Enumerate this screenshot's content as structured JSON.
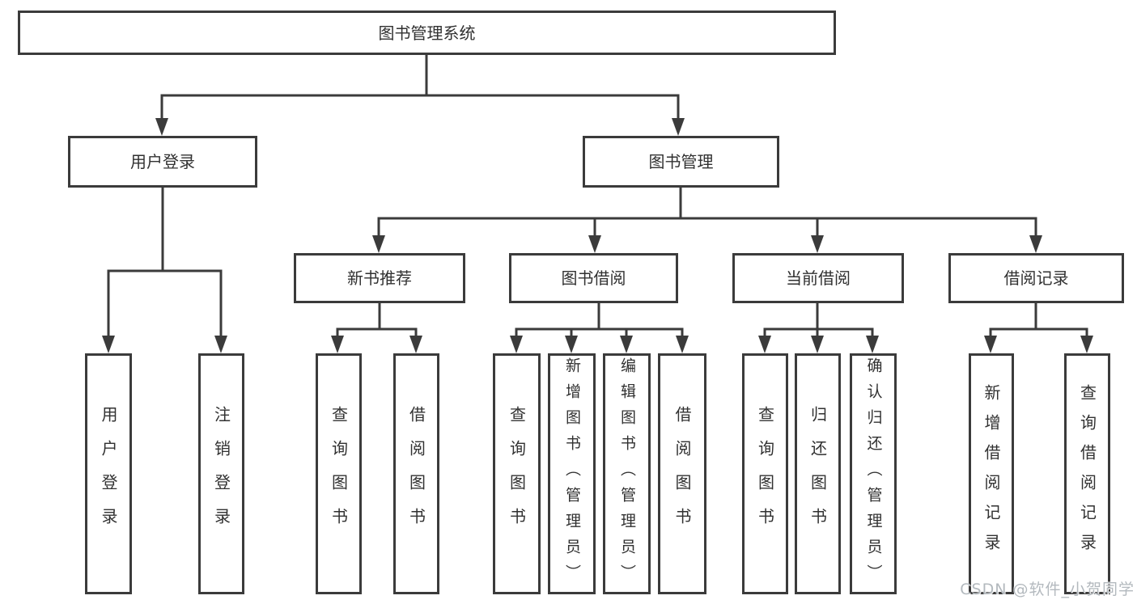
{
  "diagram_title": "图书管理系统",
  "tree": {
    "root": "图书管理系统",
    "branches": [
      {
        "label": "用户登录",
        "children": [
          "用户登录",
          "注销登录"
        ]
      },
      {
        "label": "图书管理",
        "children": [
          {
            "label": "新书推荐",
            "children": [
              "查询图书",
              "借阅图书"
            ]
          },
          {
            "label": "图书借阅",
            "children": [
              "查询图书",
              "新增图书（管理员）",
              "编辑图书（管理员）",
              "借阅图书"
            ]
          },
          {
            "label": "当前借阅",
            "children": [
              "查询图书",
              "归还图书",
              "确认归还（管理员）"
            ]
          },
          {
            "label": "借阅记录",
            "children": [
              "新增借阅记录",
              "查询借阅记录"
            ]
          }
        ]
      }
    ]
  },
  "watermark": "CSDN @软件_小贺同学",
  "colors": {
    "line": "#3b3b3b",
    "box_border": "#3b3b3b",
    "text": "#313131",
    "background": "#ffffff",
    "watermark": "#b3b9be"
  }
}
